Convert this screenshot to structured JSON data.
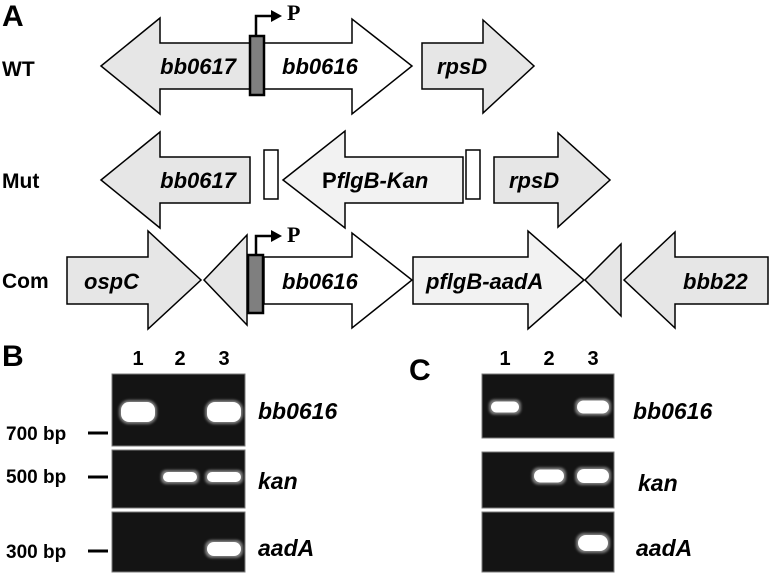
{
  "panels": {
    "a": "A",
    "b": "B",
    "c": "C"
  },
  "rows": {
    "wt": {
      "label": "WT",
      "genes": {
        "bb0617": "bb0617",
        "bb0616": "bb0616",
        "rpsd": "rpsD"
      },
      "promoter": "P"
    },
    "mut": {
      "label": "Mut",
      "genes": {
        "bb0617": "bb0617",
        "cassette_prefix": "P",
        "cassette_italic": "flgB-Kan",
        "rpsd": "rpsD"
      }
    },
    "com": {
      "label": "Com",
      "genes": {
        "ospc": "ospC",
        "bb0616": "bb0616",
        "aada": "pflgB-aadA",
        "bbb22": "bbb22"
      },
      "promoter": "P"
    }
  },
  "colors": {
    "gene_fill": "#e6e6e6",
    "gene_fill_white": "#ffffff",
    "promoter_box": "#7f7f7f",
    "gel_background": "#141414",
    "band": "#ffffff"
  },
  "gel_b": {
    "lanes": [
      "1",
      "2",
      "3"
    ],
    "markers": [
      "700 bp",
      "500 bp",
      "300 bp"
    ],
    "rows": [
      "bb0616",
      "kan",
      "aadA"
    ],
    "presence": [
      [
        1,
        0,
        1
      ],
      [
        0,
        1,
        1
      ],
      [
        0,
        0,
        1
      ]
    ]
  },
  "gel_c": {
    "lanes": [
      "1",
      "2",
      "3"
    ],
    "rows": [
      "bb0616",
      "kan",
      "aadA"
    ],
    "presence": [
      [
        1,
        0,
        1
      ],
      [
        0,
        1,
        1
      ],
      [
        0,
        0,
        1
      ]
    ]
  }
}
